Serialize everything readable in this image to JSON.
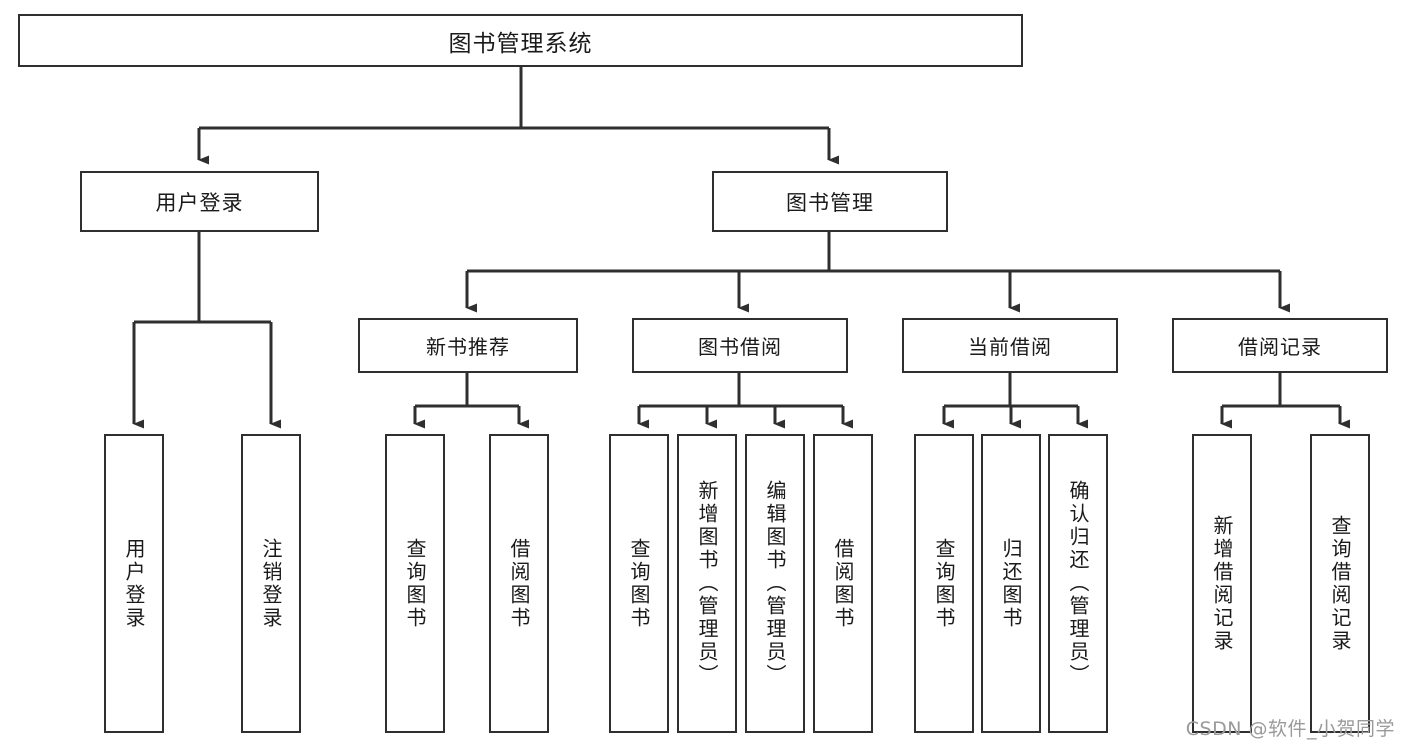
{
  "diagram": {
    "title": "图书管理系统",
    "watermark": "CSDN @软件_小贺同学",
    "stroke_color": "#2f2f2f",
    "fill_color": "#ffffff",
    "text_color": "#1a1a1a",
    "nodes": {
      "root": {
        "label": "图书管理系统"
      },
      "l1": [
        {
          "label": "用户登录"
        },
        {
          "label": "图书管理"
        }
      ],
      "l2": [
        {
          "label": "新书推荐"
        },
        {
          "label": "图书借阅"
        },
        {
          "label": "当前借阅"
        },
        {
          "label": "借阅记录"
        }
      ],
      "leaves": [
        {
          "label": "用户登录"
        },
        {
          "label": "注销登录"
        },
        {
          "label": "查询图书"
        },
        {
          "label": "借阅图书"
        },
        {
          "label": "查询图书"
        },
        {
          "label": "新增图书（管理员）"
        },
        {
          "label": "编辑图书（管理员）"
        },
        {
          "label": "借阅图书"
        },
        {
          "label": "查询图书"
        },
        {
          "label": "归还图书"
        },
        {
          "label": "确认归还（管理员）"
        },
        {
          "label": "新增借阅记录"
        },
        {
          "label": "查询借阅记录"
        }
      ]
    }
  }
}
